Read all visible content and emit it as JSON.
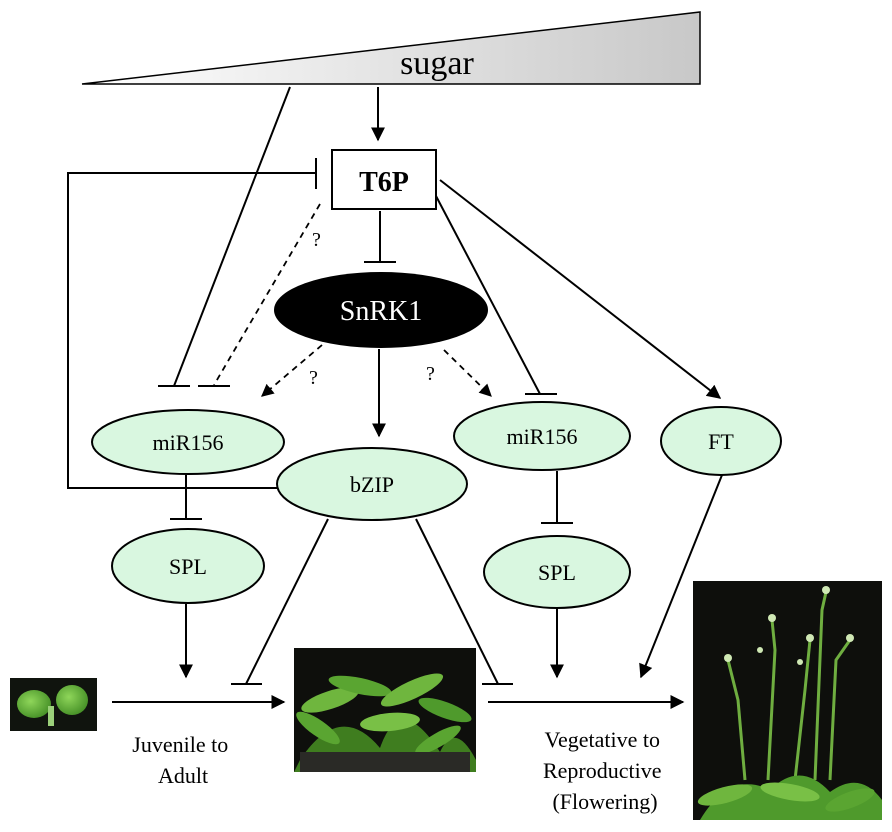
{
  "signal": {
    "label": "sugar"
  },
  "nodes": {
    "t6p": "T6P",
    "snrk1": "SnRK1",
    "mir156_left": "miR156",
    "mir156_right": "miR156",
    "ft": "FT",
    "bzip": "bZIP",
    "spl_left": "SPL",
    "spl_right": "SPL"
  },
  "uncertain_marks": {
    "q1": "?",
    "q2": "?",
    "q3": "?"
  },
  "stages": {
    "juvenile_to_adult": [
      "Juvenile to",
      "Adult"
    ],
    "vegetative_to_reproductive": [
      "Vegetative to",
      "Reproductive",
      "(Flowering)"
    ]
  },
  "colors": {
    "node_fill": "#d9f7e0",
    "snrk1_fill": "#000000",
    "plant_green": "#4f9a2c",
    "photo_bg": "#0e0f0c"
  }
}
